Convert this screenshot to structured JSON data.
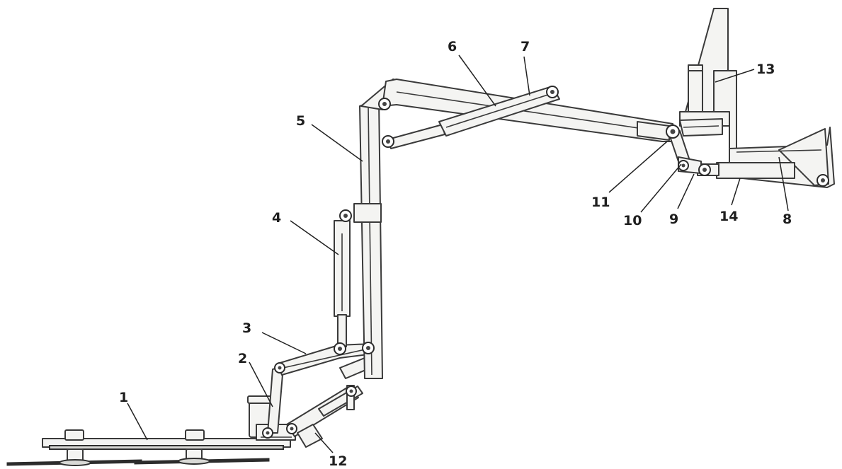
{
  "callouts": [
    {
      "id": "1",
      "label": "1"
    },
    {
      "id": "2",
      "label": "2"
    },
    {
      "id": "3",
      "label": "3"
    },
    {
      "id": "4",
      "label": "4"
    },
    {
      "id": "5",
      "label": "5"
    },
    {
      "id": "6",
      "label": "6"
    },
    {
      "id": "7",
      "label": "7"
    },
    {
      "id": "8",
      "label": "8"
    },
    {
      "id": "9",
      "label": "9"
    },
    {
      "id": "10",
      "label": "10"
    },
    {
      "id": "11",
      "label": "11"
    },
    {
      "id": "12",
      "label": "12"
    },
    {
      "id": "13",
      "label": "13"
    },
    {
      "id": "14",
      "label": "14"
    }
  ],
  "colors": {
    "line": "#3a3a3a",
    "fill": "#f4f4f2",
    "background": "#ffffff"
  }
}
